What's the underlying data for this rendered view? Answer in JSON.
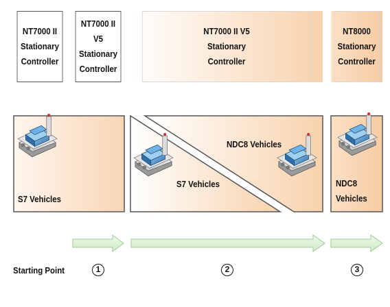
{
  "controllers": [
    {
      "id": "nt7000-ii",
      "text": "NT7000 II\nStationary\nController"
    },
    {
      "id": "nt7000-ii-v5-a",
      "text": "NT7000 II V5\nStationary\nController"
    },
    {
      "id": "nt7000-ii-v5-b",
      "text": "NT7000 II V5\nStationary\nController"
    },
    {
      "id": "nt8000",
      "text": "NT8000\nStationary\nController"
    }
  ],
  "vehicles": {
    "s7_left": "S7 Vehicles",
    "s7_middle": "S7 Vehicles",
    "ndc8_middle": "NDC8 Vehicles",
    "ndc8_right": "NDC8\nVehicles"
  },
  "timeline": {
    "starting_point": "Starting Point",
    "steps": [
      "1",
      "2",
      "3"
    ]
  },
  "colors": {
    "gradient_light": "#fffaf4",
    "gradient_dark": "#f7cfa8",
    "arrow_fill": "#d9f0d3",
    "arrow_stroke": "#9ccb95",
    "border": "#555555"
  },
  "icons": [
    "agv-vehicle-icon"
  ]
}
